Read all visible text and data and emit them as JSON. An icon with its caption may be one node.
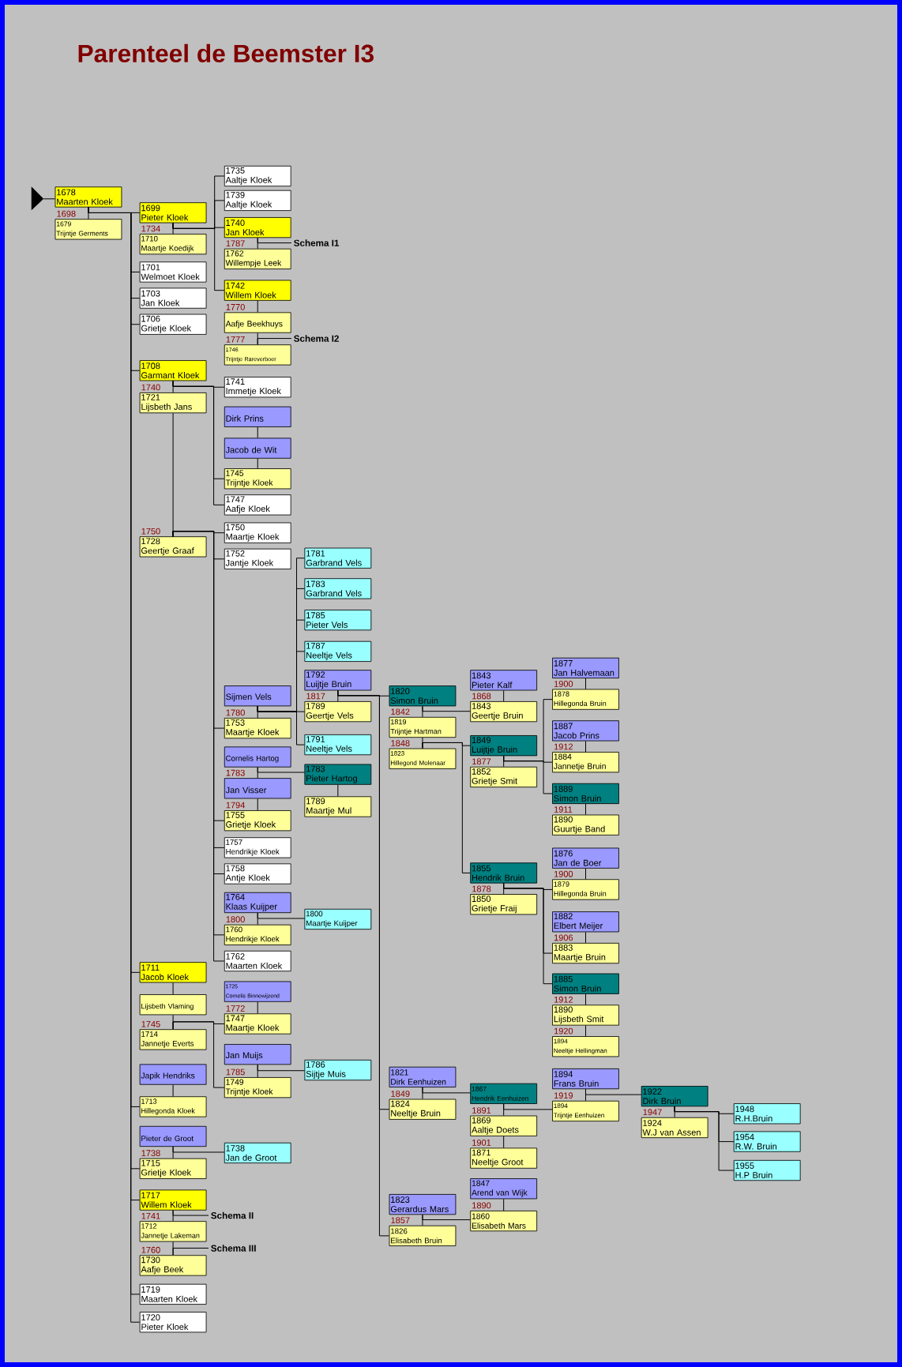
{
  "diagram": {
    "title": "Parenteel de Beemster I3",
    "nodes": [
      {
        "text": [
          "1678",
          "Maarten Kloek"
        ]
      },
      {
        "text": [
          "1679",
          "Trijntje Germents"
        ],
        "beside": [
          "1698"
        ]
      },
      {
        "text": [
          "1699",
          "Pieter Kloek"
        ]
      },
      {
        "text": [
          "1710",
          "Maartje Koedijk"
        ],
        "beside": [
          "1734"
        ]
      },
      {
        "text": [
          "1735",
          "Aaltje Kloek"
        ]
      },
      {
        "text": [
          "1739",
          "Aaltje Kloek"
        ]
      },
      {
        "text": [
          "1740",
          "Jan Kloek"
        ]
      },
      {
        "text": [
          "1762",
          "Willempje Leek"
        ],
        "beside": [
          "1787"
        ]
      },
      {
        "text": [
          "Schema I1"
        ]
      },
      {
        "text": [
          "1701",
          "Welmoet Kloek"
        ]
      },
      {
        "text": [
          "1703",
          "Jan Kloek"
        ]
      },
      {
        "text": [
          "1706",
          "Grietje Kloek"
        ]
      },
      {
        "text": [
          "1742",
          "Willem Kloek"
        ]
      },
      {
        "text": [
          "Aafje Beekhuys"
        ],
        "beside": [
          "1770"
        ]
      },
      {
        "text": [
          "Schema I2"
        ]
      },
      {
        "text": [
          "1746",
          "Trijntje Rareverboer"
        ],
        "beside": [
          "1777"
        ]
      },
      {
        "text": [
          "1708",
          "Garmant Kloek"
        ]
      },
      {
        "text": [
          "1721",
          "Lijsbeth Jans"
        ],
        "beside": [
          "1740"
        ]
      },
      {
        "text": [
          "1741",
          "Immetje Kloek"
        ]
      },
      {
        "text": [
          "Dirk Prins"
        ]
      },
      {
        "text": [
          "Jacob de Wit"
        ]
      },
      {
        "text": [
          "1745",
          "Trijntje Kloek"
        ]
      },
      {
        "text": [
          "1747",
          "Aafje Kloek"
        ]
      },
      {
        "text": [
          "1750",
          "Maartje Kloek"
        ]
      },
      {
        "text": [
          "1728",
          "Geertje Graaf"
        ],
        "beside": [
          "1750"
        ]
      },
      {
        "text": [
          "1752",
          "Jantje Kloek"
        ]
      },
      {
        "text": [
          "1781",
          "Garbrand Vels"
        ]
      },
      {
        "text": [
          "1783",
          "Garbrand Vels"
        ]
      },
      {
        "text": [
          "1785",
          "Pieter Vels"
        ]
      },
      {
        "text": [
          "1787",
          "Neeltje Vels"
        ]
      },
      {
        "text": [
          "1792",
          "Luijtje Bruin"
        ]
      },
      {
        "text": [
          "Sijmen Vels"
        ]
      },
      {
        "text": [
          "1820",
          "Simon Bruin"
        ]
      },
      {
        "text": [
          "1843",
          "Pieter Kalf"
        ]
      },
      {
        "text": [
          "1877",
          "Jan Halvemaan"
        ]
      },
      {
        "text": [
          "1878",
          "Hillegonda Bruin"
        ],
        "beside": [
          "1900"
        ]
      },
      {
        "text": [
          "1789",
          "Geertje Vels"
        ],
        "beside": [
          "1817"
        ]
      },
      {
        "text": [
          "1843",
          "Geertje Bruin"
        ],
        "beside": [
          "1868"
        ]
      },
      {
        "text": [
          "1753",
          "Maartje Kloek"
        ],
        "beside": [
          "1780"
        ]
      },
      {
        "text": [
          "1819",
          "Trijntje Hartman"
        ],
        "beside": [
          "1842"
        ]
      },
      {
        "text": [
          "1887",
          "Jacob Prins"
        ]
      },
      {
        "text": [
          "1791",
          "Neeltje Vels"
        ]
      },
      {
        "text": [
          "1849",
          "Luijtje Bruin"
        ]
      },
      {
        "text": [
          "Cornelis Hartog"
        ]
      },
      {
        "text": [
          "1823",
          "Hillegond Molenaar"
        ],
        "beside": [
          "1848"
        ]
      },
      {
        "text": [
          "1884",
          "Jannetje Bruin"
        ],
        "beside": [
          "1912"
        ]
      },
      {
        "text": [
          "1783",
          "Pieter Hartog"
        ]
      },
      {
        "text": [
          "1852",
          "Grietje Smit"
        ],
        "beside": [
          "1877"
        ]
      },
      {
        "text": [
          "Jan Visser"
        ],
        "beside": [
          "1783"
        ]
      },
      {
        "text": [
          "1889",
          "Simon Bruin"
        ]
      },
      {
        "text": [
          "1789",
          "Maartje Mul"
        ]
      },
      {
        "text": [
          "1755",
          "Grietje Kloek"
        ],
        "beside": [
          "1794"
        ]
      },
      {
        "text": [
          "1890",
          "Guurtje Band"
        ],
        "beside": [
          "1911"
        ]
      },
      {
        "text": [
          "1757",
          "Hendrikje Kloek"
        ]
      },
      {
        "text": [
          "1876",
          "Jan de Boer"
        ]
      },
      {
        "text": [
          "1855",
          "Hendrik Bruin"
        ]
      },
      {
        "text": [
          "1758",
          "Antje Kloek"
        ]
      },
      {
        "text": [
          "1879",
          "Hillegonda Bruin"
        ],
        "beside": [
          "1900"
        ]
      },
      {
        "text": [
          "1764",
          "Klaas Kuijper"
        ]
      },
      {
        "text": [
          "1850",
          "Grietje Fraij"
        ],
        "beside": [
          "1878"
        ]
      },
      {
        "text": [
          "1800",
          "Maartje Kuijper"
        ]
      },
      {
        "text": [
          "1882",
          "Elbert Meijer"
        ]
      },
      {
        "text": [
          "1760",
          "Hendrikje Kloek"
        ],
        "beside": [
          "1800"
        ]
      },
      {
        "text": [
          "1883",
          "Maartje Bruin"
        ],
        "beside": [
          "1906"
        ]
      },
      {
        "text": [
          "1762",
          "Maarten Kloek"
        ]
      },
      {
        "text": [
          "1711",
          "Jacob Kloek"
        ]
      },
      {
        "text": [
          "1885",
          "Simon Bruin"
        ]
      },
      {
        "text": [
          "1725",
          "Cornelis Binnewijzend"
        ]
      },
      {
        "text": [
          "Lijsbeth Vlaming"
        ]
      },
      {
        "text": [
          "1890",
          "Lijsbeth Smit"
        ],
        "beside": [
          "1912"
        ]
      },
      {
        "text": [
          "1747",
          "Maartje Kloek"
        ],
        "beside": [
          "1772"
        ]
      },
      {
        "text": [
          "1714",
          "Jannetje Everts"
        ],
        "beside": [
          "1745"
        ]
      },
      {
        "text": [
          "1894",
          "Neeltje Hellingman"
        ],
        "beside": [
          "1920"
        ]
      },
      {
        "text": [
          "Jan Muijs"
        ]
      },
      {
        "text": [
          "1786",
          "Sijtje Muis"
        ]
      },
      {
        "text": [
          "Japik Hendriks"
        ]
      },
      {
        "text": [
          "1821",
          "Dirk Eenhuizen"
        ]
      },
      {
        "text": [
          "1894",
          "Frans Bruin"
        ]
      },
      {
        "text": [
          "1749",
          "Trijntje Kloek"
        ],
        "beside": [
          "1785"
        ]
      },
      {
        "text": [
          "1867",
          "Hendrik Eenhuizen"
        ]
      },
      {
        "text": [
          "1922",
          "Dirk Bruin"
        ]
      },
      {
        "text": [
          "1713",
          "Hillegonda Kloek"
        ]
      },
      {
        "text": [
          "1824",
          "Neeltje Bruin"
        ],
        "beside": [
          "1849"
        ]
      },
      {
        "text": [
          "1894",
          "Trijntje Eenhuizen"
        ],
        "beside": [
          "1919"
        ]
      },
      {
        "text": [
          "1948",
          "R.H.Bruin"
        ]
      },
      {
        "text": [
          "1869",
          "Aaltje Doets"
        ],
        "beside": [
          "1891"
        ]
      },
      {
        "text": [
          "1924",
          "W.J van Assen"
        ],
        "beside": [
          "1947"
        ]
      },
      {
        "text": [
          "Pieter de Groot"
        ]
      },
      {
        "text": [
          "1954",
          "R.W. Bruin"
        ]
      },
      {
        "text": [
          "1738",
          "Jan de Groot"
        ]
      },
      {
        "text": [
          "1871",
          "Neeltje Groot"
        ],
        "beside": [
          "1901"
        ]
      },
      {
        "text": [
          "1715",
          "Grietje Kloek"
        ],
        "beside": [
          "1738"
        ]
      },
      {
        "text": [
          "1955",
          "H.P Bruin"
        ]
      },
      {
        "text": [
          "1847",
          "Arend van Wijk"
        ]
      },
      {
        "text": [
          "1717",
          "Willem Kloek"
        ]
      },
      {
        "text": [
          "1823",
          "Gerardus Mars"
        ]
      },
      {
        "text": [
          "1860",
          "Elisabeth Mars"
        ],
        "beside": [
          "1890"
        ]
      },
      {
        "text": [
          "Schema II"
        ]
      },
      {
        "text": [
          "1712",
          "Jannetje Lakeman"
        ],
        "beside": [
          "1741"
        ]
      },
      {
        "text": [
          "1826",
          "Elisabeth Bruin"
        ],
        "beside": [
          "1857"
        ]
      },
      {
        "text": [
          "Schema III"
        ]
      },
      {
        "text": [
          "1730",
          "Aafje Beek"
        ],
        "beside": [
          "1760"
        ]
      },
      {
        "text": [
          "1719",
          "Maarten Kloek"
        ]
      },
      {
        "text": [
          "1720",
          "Pieter Kloek"
        ]
      }
    ],
    "edges": [
      {
        "from": 0,
        "to": 1,
        "arrow": "none"
      },
      {
        "from": 2,
        "to": 3,
        "arrow": "none"
      },
      {
        "from": 6,
        "to": 7,
        "arrow": "none"
      },
      {
        "from": 12,
        "to": 13,
        "arrow": "none"
      },
      {
        "from": 13,
        "to": 15,
        "arrow": "none"
      },
      {
        "from": 16,
        "to": 17,
        "arrow": "none"
      },
      {
        "from": 17,
        "to": 24,
        "arrow": "none"
      },
      {
        "from": 19,
        "to": 20,
        "arrow": "none"
      },
      {
        "from": 20,
        "to": 21,
        "arrow": "none"
      },
      {
        "from": 30,
        "to": 36,
        "arrow": "none"
      },
      {
        "from": 31,
        "to": 38,
        "arrow": "none"
      },
      {
        "from": 32,
        "to": 39,
        "arrow": "none"
      },
      {
        "from": 39,
        "to": 44,
        "arrow": "none"
      },
      {
        "from": 33,
        "to": 37,
        "arrow": "none"
      },
      {
        "from": 34,
        "to": 35,
        "arrow": "none"
      },
      {
        "from": 40,
        "to": 45,
        "arrow": "none"
      },
      {
        "from": 42,
        "to": 47,
        "arrow": "none"
      },
      {
        "from": 49,
        "to": 52,
        "arrow": "none"
      },
      {
        "from": 43,
        "to": 48,
        "arrow": "none"
      },
      {
        "from": 48,
        "to": 51,
        "arrow": "none"
      },
      {
        "from": 46,
        "to": 50,
        "arrow": "none"
      },
      {
        "from": 54,
        "to": 57,
        "arrow": "none"
      },
      {
        "from": 55,
        "to": 59,
        "arrow": "none"
      },
      {
        "from": 61,
        "to": 63,
        "arrow": "none"
      },
      {
        "from": 58,
        "to": 62,
        "arrow": "none"
      },
      {
        "from": 66,
        "to": 69,
        "arrow": "none"
      },
      {
        "from": 69,
        "to": 72,
        "arrow": "none"
      },
      {
        "from": 65,
        "to": 68,
        "arrow": "none"
      },
      {
        "from": 68,
        "to": 71,
        "arrow": "none"
      },
      {
        "from": 67,
        "to": 70,
        "arrow": "none"
      },
      {
        "from": 73,
        "to": 78,
        "arrow": "none"
      },
      {
        "from": 75,
        "to": 81,
        "arrow": "none"
      },
      {
        "from": 76,
        "to": 82,
        "arrow": "none"
      },
      {
        "from": 77,
        "to": 83,
        "arrow": "none"
      },
      {
        "from": 79,
        "to": 85,
        "arrow": "none"
      },
      {
        "from": 85,
        "to": 90,
        "arrow": "none"
      },
      {
        "from": 80,
        "to": 86,
        "arrow": "none"
      },
      {
        "from": 87,
        "to": 91,
        "arrow": "none"
      },
      {
        "from": 93,
        "to": 96,
        "arrow": "none"
      },
      {
        "from": 94,
        "to": 98,
        "arrow": "none"
      },
      {
        "from": 98,
        "to": 101,
        "arrow": "none"
      },
      {
        "from": 95,
        "to": 99,
        "arrow": "none"
      },
      {
        "from": 0,
        "to": 2,
        "arrow": "none"
      },
      {
        "from": 0,
        "to": 9,
        "arrow": "none"
      },
      {
        "from": 0,
        "to": 10,
        "arrow": "none"
      },
      {
        "from": 0,
        "to": 11,
        "arrow": "none"
      },
      {
        "from": 0,
        "to": 16,
        "arrow": "none"
      },
      {
        "from": 0,
        "to": 65,
        "arrow": "none"
      },
      {
        "from": 0,
        "to": 81,
        "arrow": "none"
      },
      {
        "from": 0,
        "to": 91,
        "arrow": "none"
      },
      {
        "from": 0,
        "to": 94,
        "arrow": "none"
      },
      {
        "from": 0,
        "to": 102,
        "arrow": "none"
      },
      {
        "from": 0,
        "to": 103,
        "arrow": "none"
      },
      {
        "from": 2,
        "to": 4,
        "arrow": "none"
      },
      {
        "from": 2,
        "to": 5,
        "arrow": "none"
      },
      {
        "from": 2,
        "to": 6,
        "arrow": "none"
      },
      {
        "from": 2,
        "to": 12,
        "arrow": "none"
      },
      {
        "from": 6,
        "to": 8,
        "arrow": "none"
      },
      {
        "from": 15,
        "to": 14,
        "arrow": "none"
      },
      {
        "from": 16,
        "to": 18,
        "arrow": "none"
      },
      {
        "from": 16,
        "to": 21,
        "arrow": "none"
      },
      {
        "from": 16,
        "to": 22,
        "arrow": "none"
      },
      {
        "from": 24,
        "to": 23,
        "arrow": "none"
      },
      {
        "from": 24,
        "to": 25,
        "arrow": "none"
      },
      {
        "from": 24,
        "to": 38,
        "arrow": "none"
      },
      {
        "from": 24,
        "to": 51,
        "arrow": "none"
      },
      {
        "from": 24,
        "to": 53,
        "arrow": "none"
      },
      {
        "from": 24,
        "to": 56,
        "arrow": "none"
      },
      {
        "from": 24,
        "to": 62,
        "arrow": "none"
      },
      {
        "from": 24,
        "to": 64,
        "arrow": "none"
      },
      {
        "from": 31,
        "to": 26,
        "arrow": "none"
      },
      {
        "from": 31,
        "to": 27,
        "arrow": "none"
      },
      {
        "from": 31,
        "to": 28,
        "arrow": "none"
      },
      {
        "from": 31,
        "to": 29,
        "arrow": "none"
      },
      {
        "from": 31,
        "to": 36,
        "arrow": "none"
      },
      {
        "from": 31,
        "to": 41,
        "arrow": "none"
      },
      {
        "from": 30,
        "to": 32,
        "arrow": "none"
      },
      {
        "from": 30,
        "to": 82,
        "arrow": "none"
      },
      {
        "from": 30,
        "to": 99,
        "arrow": "none"
      },
      {
        "from": 43,
        "to": 46,
        "arrow": "none"
      },
      {
        "from": 58,
        "to": 60,
        "arrow": "none"
      },
      {
        "from": 32,
        "to": 37,
        "arrow": "none"
      },
      {
        "from": 44,
        "to": 42,
        "arrow": "none"
      },
      {
        "from": 44,
        "to": 55,
        "arrow": "none"
      },
      {
        "from": 42,
        "to": 35,
        "arrow": "none"
      },
      {
        "from": 42,
        "to": 45,
        "arrow": "none"
      },
      {
        "from": 42,
        "to": 49,
        "arrow": "none"
      },
      {
        "from": 55,
        "to": 57,
        "arrow": "none"
      },
      {
        "from": 55,
        "to": 63,
        "arrow": "none"
      },
      {
        "from": 55,
        "to": 66,
        "arrow": "none"
      },
      {
        "from": 71,
        "to": 70,
        "arrow": "none"
      },
      {
        "from": 71,
        "to": 78,
        "arrow": "none"
      },
      {
        "from": 73,
        "to": 74,
        "arrow": "none"
      },
      {
        "from": 87,
        "to": 89,
        "arrow": "none"
      },
      {
        "from": 94,
        "to": 97,
        "arrow": "none"
      },
      {
        "from": 101,
        "to": 100,
        "arrow": "none"
      },
      {
        "from": 76,
        "to": 79,
        "arrow": "none"
      },
      {
        "from": 79,
        "to": 83,
        "arrow": "none"
      },
      {
        "from": 77,
        "to": 80,
        "arrow": "none"
      },
      {
        "from": 80,
        "to": 84,
        "arrow": "none"
      },
      {
        "from": 80,
        "to": 88,
        "arrow": "none"
      },
      {
        "from": 80,
        "to": 92,
        "arrow": "none"
      },
      {
        "from": 95,
        "to": 96,
        "arrow": "none"
      }
    ]
  }
}
